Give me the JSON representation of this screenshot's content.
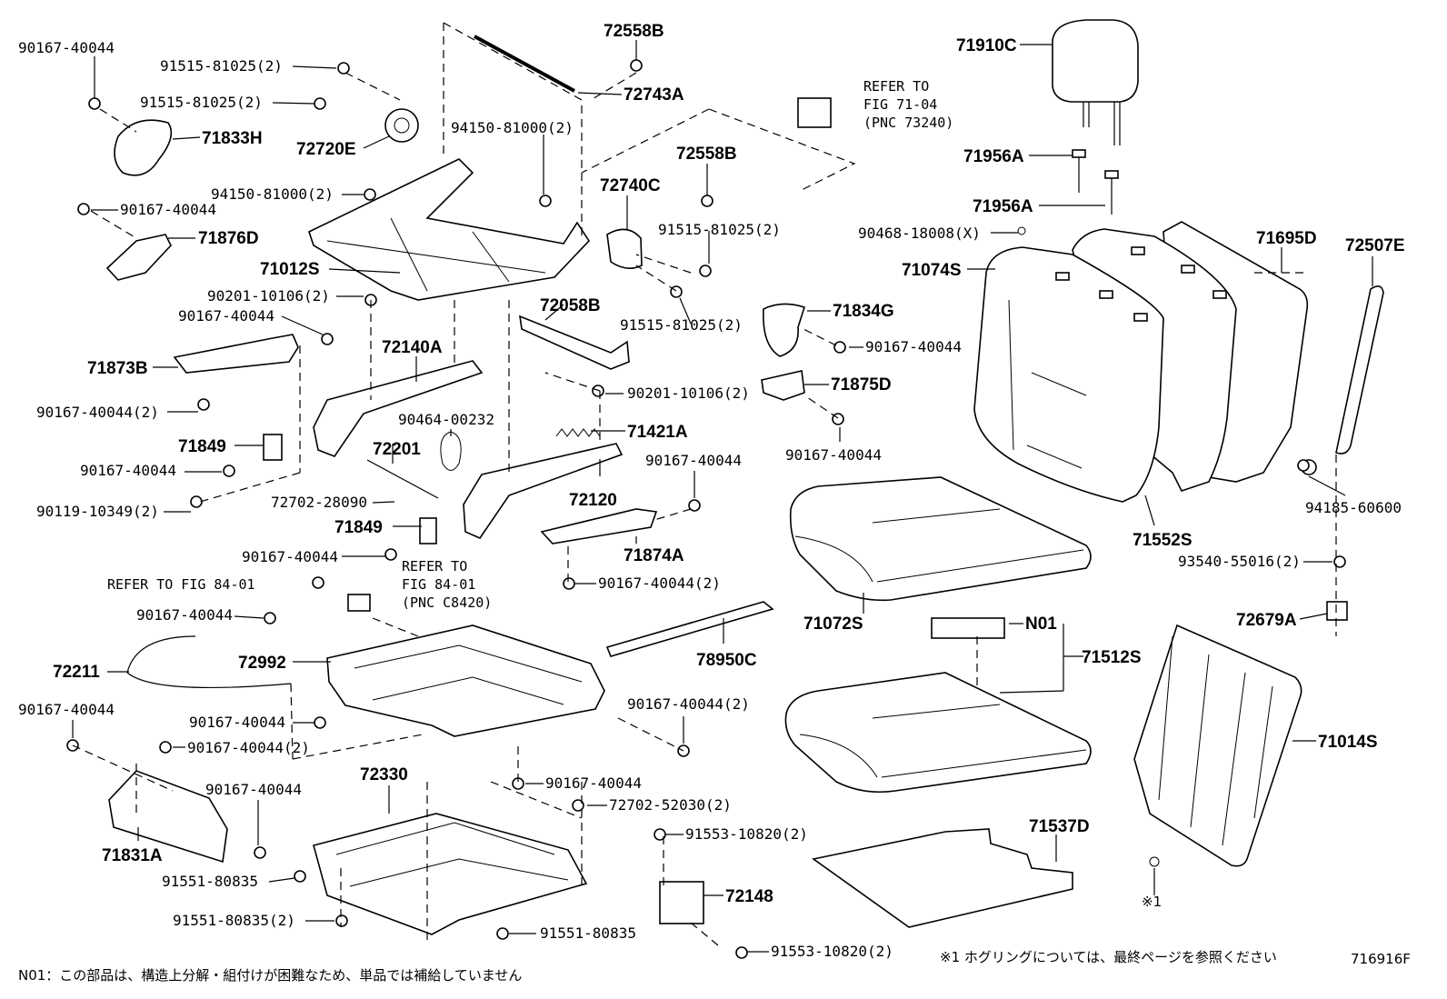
{
  "diagram": {
    "part_labels": [
      {
        "id": "l1",
        "text": "90167-40044"
      },
      {
        "id": "l2",
        "text": "91515-81025(2)"
      },
      {
        "id": "l3",
        "text": "91515-81025(2)"
      },
      {
        "id": "l4",
        "text": "71833H"
      },
      {
        "id": "l5",
        "text": "72720E"
      },
      {
        "id": "l6",
        "text": "72558B"
      },
      {
        "id": "l7",
        "text": "72743A"
      },
      {
        "id": "l8",
        "text": "94150-81000(2)"
      },
      {
        "id": "l9",
        "text": "94150-81000(2)"
      },
      {
        "id": "l10",
        "text": "90167-40044"
      },
      {
        "id": "l11",
        "text": "71876D"
      },
      {
        "id": "l12",
        "text": "71012S"
      },
      {
        "id": "l13",
        "text": "72558B"
      },
      {
        "id": "l14",
        "text": "72740C"
      },
      {
        "id": "l15",
        "text": "91515-81025(2)"
      },
      {
        "id": "l16",
        "text": "91515-81025(2)"
      },
      {
        "id": "l17",
        "text": "71910C"
      },
      {
        "id": "l18",
        "text": "71956A"
      },
      {
        "id": "l19",
        "text": "71956A"
      },
      {
        "id": "l20",
        "text": "90468-18008(X)"
      },
      {
        "id": "l21",
        "text": "71695D"
      },
      {
        "id": "l22",
        "text": "72507E"
      },
      {
        "id": "l23",
        "text": "71074S"
      },
      {
        "id": "l24",
        "text": "90201-10106(2)"
      },
      {
        "id": "l25",
        "text": "90167-40044"
      },
      {
        "id": "l26",
        "text": "72140A"
      },
      {
        "id": "l27",
        "text": "72058B"
      },
      {
        "id": "l28",
        "text": "71834G"
      },
      {
        "id": "l29",
        "text": "90167-40044"
      },
      {
        "id": "l30",
        "text": "71873B"
      },
      {
        "id": "l31",
        "text": "90201-10106(2)"
      },
      {
        "id": "l32",
        "text": "71875D"
      },
      {
        "id": "l33",
        "text": "90167-40044(2)"
      },
      {
        "id": "l34",
        "text": "90464-00232"
      },
      {
        "id": "l35",
        "text": "71421A"
      },
      {
        "id": "l36",
        "text": "71849"
      },
      {
        "id": "l37",
        "text": "90167-40044"
      },
      {
        "id": "l38",
        "text": "90167-40044"
      },
      {
        "id": "l39",
        "text": "72201"
      },
      {
        "id": "l40",
        "text": "90167-40044"
      },
      {
        "id": "l41",
        "text": "72120"
      },
      {
        "id": "l42",
        "text": "94185-60600"
      },
      {
        "id": "l43",
        "text": "90119-10349(2)"
      },
      {
        "id": "l44",
        "text": "72702-28090"
      },
      {
        "id": "l45",
        "text": "71552S"
      },
      {
        "id": "l46",
        "text": "71849"
      },
      {
        "id": "l47",
        "text": "93540-55016(2)"
      },
      {
        "id": "l48",
        "text": "90167-40044"
      },
      {
        "id": "l49",
        "text": "71874A"
      },
      {
        "id": "l50",
        "text": "90167-40044(2)"
      },
      {
        "id": "l51",
        "text": "72679A"
      },
      {
        "id": "l52",
        "text": "71072S"
      },
      {
        "id": "l53",
        "text": "90167-40044"
      },
      {
        "id": "l54",
        "text": "N01"
      },
      {
        "id": "l55",
        "text": "72211"
      },
      {
        "id": "l56",
        "text": "72992"
      },
      {
        "id": "l57",
        "text": "78950C"
      },
      {
        "id": "l58",
        "text": "71512S"
      },
      {
        "id": "l59",
        "text": "90167-40044"
      },
      {
        "id": "l60",
        "text": "90167-40044"
      },
      {
        "id": "l61",
        "text": "90167-40044(2)"
      },
      {
        "id": "l62",
        "text": "90167-40044(2)"
      },
      {
        "id": "l63",
        "text": "71014S"
      },
      {
        "id": "l64",
        "text": "90167-40044"
      },
      {
        "id": "l65",
        "text": "90167-40044"
      },
      {
        "id": "l66",
        "text": "72330"
      },
      {
        "id": "l67",
        "text": "72702-52030(2)"
      },
      {
        "id": "l68",
        "text": "91553-10820(2)"
      },
      {
        "id": "l69",
        "text": "71537D"
      },
      {
        "id": "l70",
        "text": "71831A"
      },
      {
        "id": "l71",
        "text": "91551-80835"
      },
      {
        "id": "l72",
        "text": "72148"
      },
      {
        "id": "l73",
        "text": "91551-80835(2)"
      },
      {
        "id": "l74",
        "text": "91551-80835"
      },
      {
        "id": "l75",
        "text": "91553-10820(2)"
      }
    ],
    "references": [
      {
        "id": "r1",
        "lines": [
          "REFER TO",
          "FIG 71-04",
          "(PNC 73240)"
        ]
      },
      {
        "id": "r2",
        "lines": [
          "REFER TO FIG 84-01"
        ]
      },
      {
        "id": "r3",
        "lines": [
          "REFER TO",
          "FIG  84-01",
          "(PNC C8420)"
        ]
      }
    ],
    "ring_marker": "※1",
    "footer_note_left": "N01：この部品は、構造上分解・組付けが困難なため、単品では補給していません",
    "footer_note_right": "※1  ホグリングについては、最終ページを参照ください",
    "figure_code": "716916F"
  }
}
